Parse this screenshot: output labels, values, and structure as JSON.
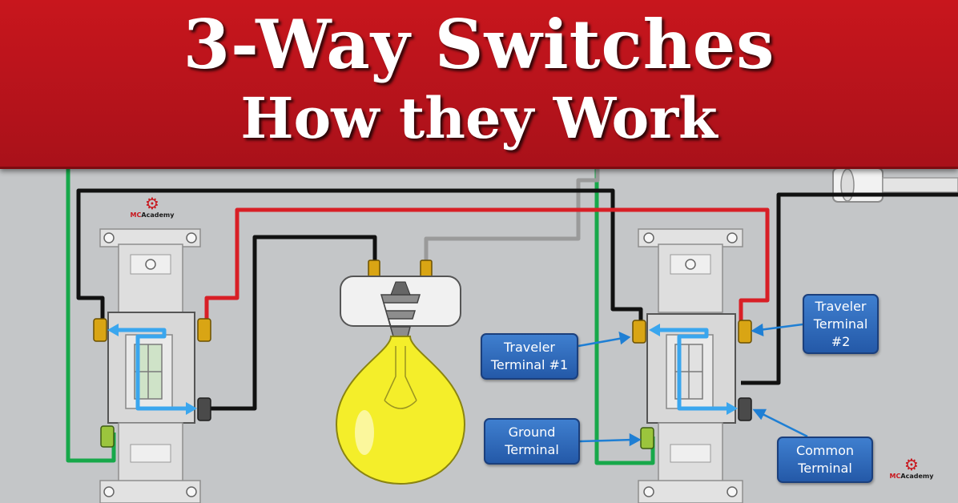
{
  "banner": {
    "title_line_1": "3-Way Switches",
    "title_line_2": "How they Work",
    "color": "#c8161d"
  },
  "callouts": {
    "traveler_terminal_1": [
      "Traveler",
      "Terminal #1"
    ],
    "traveler_terminal_2": [
      "Traveler",
      "Terminal",
      "#2"
    ],
    "ground_terminal": [
      "Ground",
      "Terminal"
    ],
    "common_terminal": [
      "Common",
      "Terminal"
    ]
  },
  "logo": {
    "name_prefix": "MC",
    "name_suffix": "Academy",
    "icon": "gear-icon"
  },
  "colors": {
    "hot_wire": "#111111",
    "traveler_wire": "#d81f26",
    "ground_wire": "#17a84a",
    "neutral_wire": "#9a9a9a",
    "current_arrow": "#3aa6ee",
    "callout_fill": "#2f6dbf",
    "terminal_brass": "#d9a514",
    "terminal_ground": "#9bc53d",
    "bulb_glass": "#f4ee2a"
  }
}
